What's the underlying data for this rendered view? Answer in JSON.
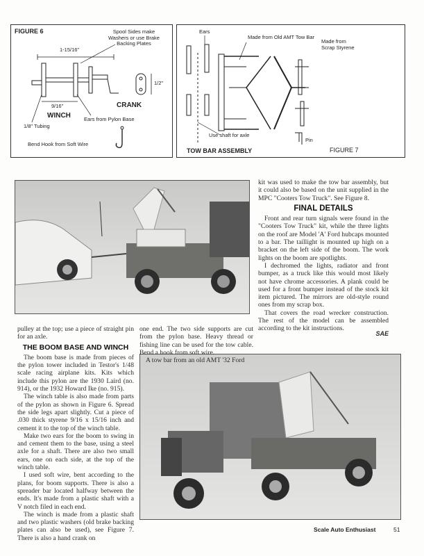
{
  "figure6": {
    "title": "FIGURE 6",
    "label_spool": "Spool Sides make\nWashers or use Brake\nBacking Plates",
    "dim_width": "1-15/16\"",
    "dim_inner": "9/16\"",
    "dim_half": "1/2\"",
    "winch": "WINCH",
    "crank": "CRANK",
    "ears": "Ears from Pylon Base",
    "tubing": "1/8\" Tubing",
    "hook": "Bend Hook from Soft Wire"
  },
  "figure7": {
    "title": "FIGURE 7",
    "ears": "Ears",
    "made_from_amt": "Made from Old AMT Tow Bar",
    "made_from_styrene": "Made from\nScrap Styrene",
    "use_shaft": "Use shaft for axle",
    "pin": "Pin",
    "assembly": "TOW BAR ASSEMBLY"
  },
  "col_right_top": {
    "p1": "kit was used to make the tow bar assembly, but it could also be based on the unit supplied in the MPC \"Cooters Tow Truck\". See Figure 8.",
    "heading": "FINAL DETAILS",
    "p2": "Front and rear turn signals were found in the \"Cooters Tow Truck\" kit, while the three lights on the roof are Model 'A' Ford hubcaps mounted to a bar. The taillight is mounted up high on a bracket on the left side of the boom. The work lights on the boom are spotlights.",
    "p3": "I dechromed the lights, radiator and front bumper, as a truck like this would most likely not have chrome accessories. A plank could be used for a front bumper instead of the stock kit item pictured. The mirrors are old-style round ones from my scrap box.",
    "p4": "That covers the road wrecker construction. The rest of the model can be assembled according to the kit instructions.",
    "signoff": "SAE"
  },
  "col_left": {
    "p0": "pulley at the top; use a piece of straight pin for an axle.",
    "heading": "THE BOOM BASE AND WINCH",
    "p1": "The boom base is made from pieces of the pylon tower included in Testor's 1/48 scale racing airplane kits. Kits which include this pylon are the 1930 Laird (no. 914), or the 1932 Howard Ike (no. 915).",
    "p2": "The winch table is also made from parts of the pylon as shown in Figure 6. Spread the side legs apart slightly. Cut a piece of .030 thick styrene 9/16 x 15/16 inch and cement it to the top of the winch table.",
    "p3": "Make two ears for the boom to swing in and cement them to the base, using a steel axle for a shaft. There are also two small ears, one on each side, at the top of the winch table.",
    "p4": "I used soft wire, bent according to the plans, for boom supports. There is also a spreader bar located halfway between the ends. It's made from a plastic shaft with a V notch filed in each end.",
    "p5": "The winch is made from a plastic shaft and two plastic washers (old brake backing plates can also be used), see Figure 7. There is also a hand crank on"
  },
  "col_mid": {
    "p1": "one end. The two side supports are cut from the pylon base. Heavy thread or fishing line can be used for the tow cable. Bend a hook from soft wire.",
    "p2": "A tow bar from an old AMT '32 Ford"
  },
  "footer": {
    "magazine": "Scale Auto Enthusiast",
    "page": "51"
  }
}
